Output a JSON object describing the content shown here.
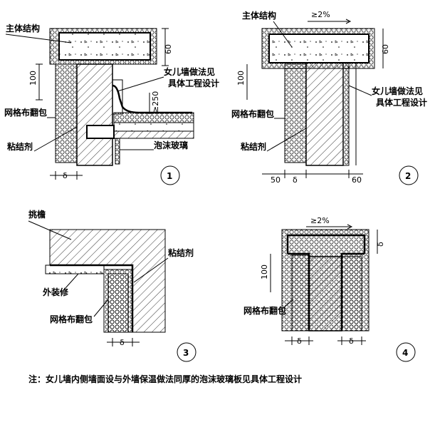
{
  "detail1": {
    "main_structure": "主体结构",
    "mesh_wrap": "网格布翻包",
    "adhesive": "粘结剂",
    "parapet_note_1": "女儿墙做法见",
    "parapet_note_2": "具体工程设计",
    "foam_glass": "泡沫玻璃",
    "dim_100": "100",
    "dim_60": "60",
    "dim_250": "≥250",
    "dim_delta": "δ",
    "number": "1"
  },
  "detail2": {
    "main_structure": "主体结构",
    "slope": "≥2%",
    "mesh_wrap": "网格布翻包",
    "adhesive": "粘结剂",
    "parapet_note_1": "女儿墙做法见",
    "parapet_note_2": "具体工程设计",
    "dim_100": "100",
    "dim_60_top": "60",
    "dim_50": "50",
    "dim_delta": "δ",
    "dim_60_bottom": "60",
    "number": "2"
  },
  "detail3": {
    "eave": "挑檐",
    "adhesive": "粘结剂",
    "exterior_finish": "外装修",
    "mesh_wrap": "网格布翻包",
    "dim_delta": "δ",
    "number": "3"
  },
  "detail4": {
    "slope": "≥2%",
    "mesh_wrap": "网格布翻包",
    "dim_100": "100",
    "dim_delta_top": "δ",
    "dim_delta_left": "δ",
    "dim_delta_right": "δ",
    "number": "4"
  },
  "footnote": "注：女儿墙内侧墙面设与外墙保温做法同厚的泡沫玻璃板见具体工程设计"
}
